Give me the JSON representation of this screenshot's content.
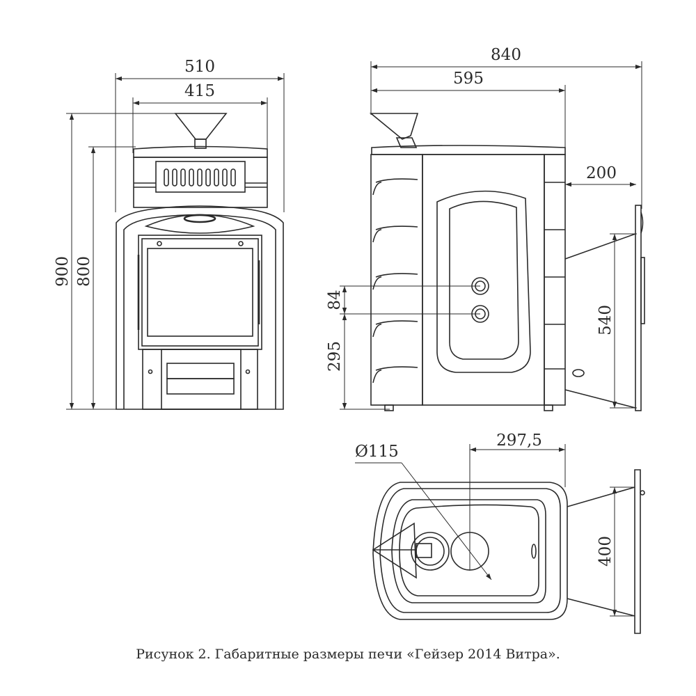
{
  "dimensions": {
    "front_width_total": "510",
    "front_width_inner": "415",
    "front_height_total": "900",
    "front_height_body": "800",
    "side_depth_total": "840",
    "side_depth_body": "595",
    "side_tank_offset": "200",
    "side_tank_height": "540",
    "side_pipe_spacing": "84",
    "side_pipe_height": "295",
    "top_diameter": "Ø115",
    "top_center_offset": "297,5",
    "top_tank_width": "400"
  },
  "caption": "Рисунок 2. Габаритные размеры печи «Гейзер 2014 Витра»."
}
